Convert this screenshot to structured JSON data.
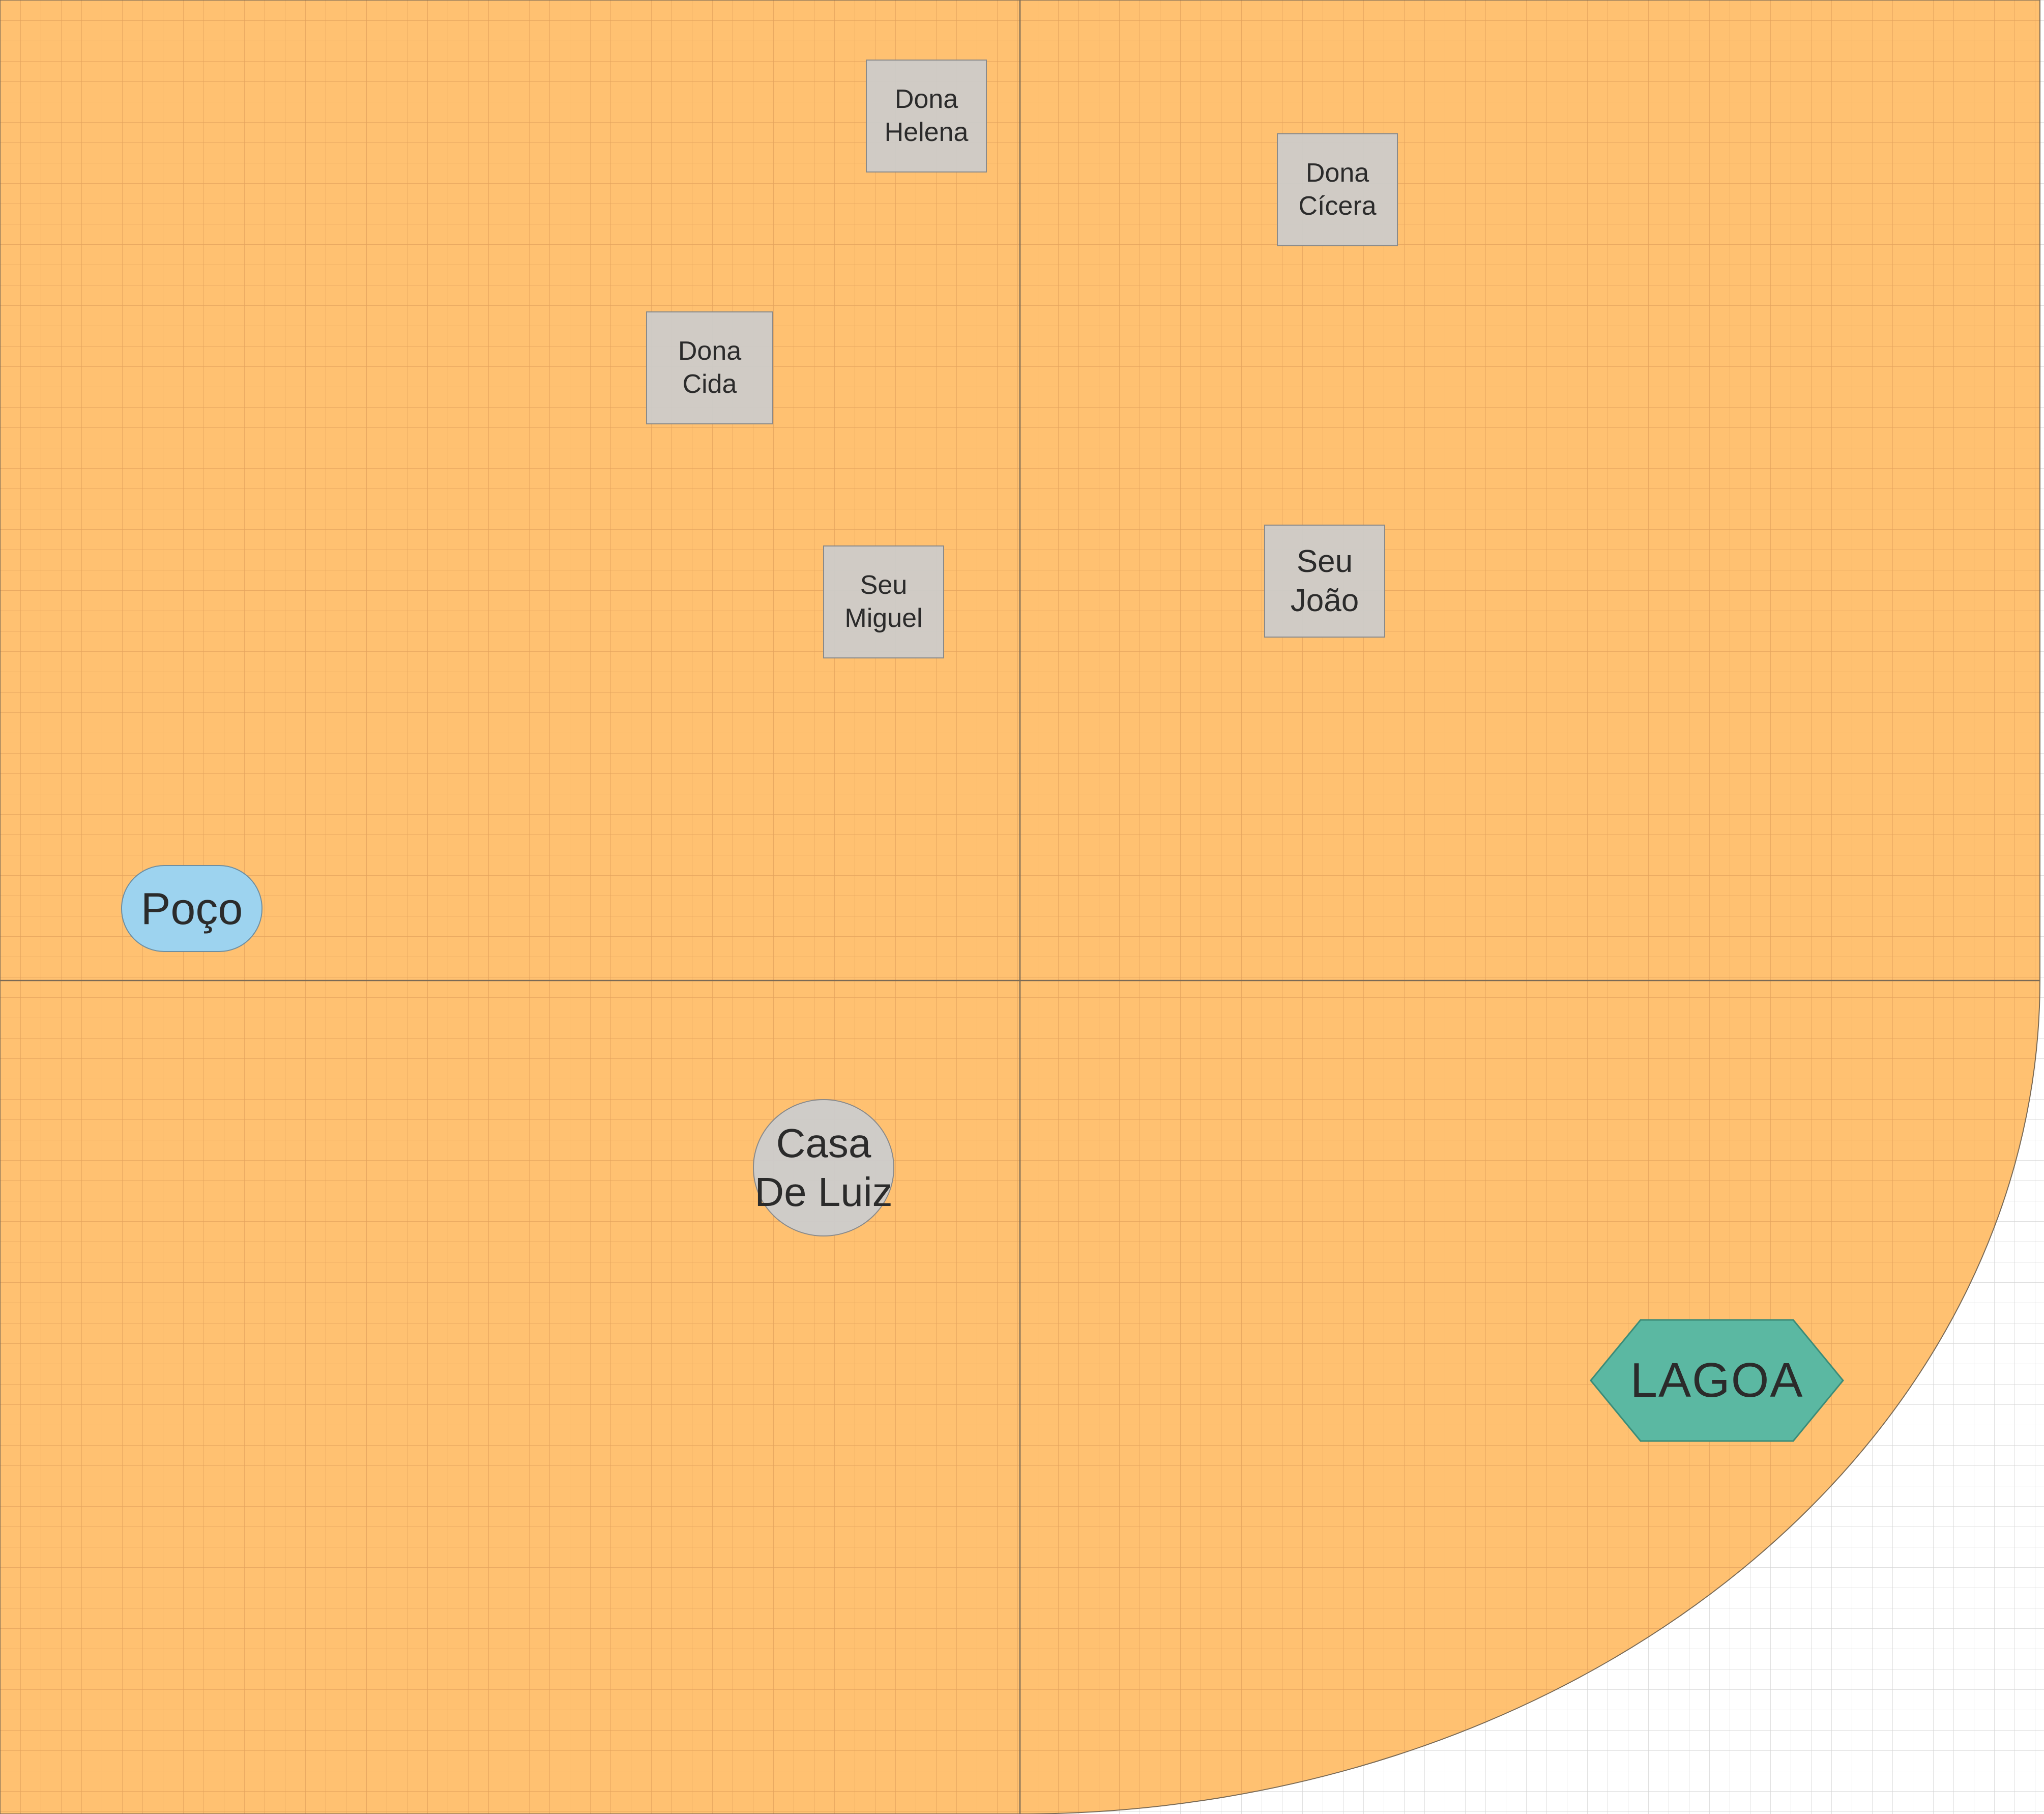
{
  "canvas": {
    "background": "#ffffff",
    "grid_color": "#d0d0d0",
    "region_fill": "#ffc171",
    "region_grid_color": "#e5a45f",
    "region_border": "#7a6a55",
    "axis_color": "#7a6a55"
  },
  "nodes": {
    "dona_helena": {
      "label": "Dona\nHelena",
      "shape": "square",
      "fill": "#cccccc"
    },
    "dona_cicera": {
      "label": "Dona\nCícera",
      "shape": "square",
      "fill": "#cccccc"
    },
    "dona_cida": {
      "label": "Dona\nCida",
      "shape": "square",
      "fill": "#cccccc"
    },
    "seu_miguel": {
      "label": "Seu\nMiguel",
      "shape": "square",
      "fill": "#cccccc"
    },
    "seu_joao": {
      "label": "Seu\nJoão",
      "shape": "square",
      "fill": "#cccccc"
    },
    "poco": {
      "label": "Poço",
      "shape": "rounded-rectangle",
      "fill": "#9dd3ef"
    },
    "casa_luiz": {
      "label": "Casa\nDe Luiz",
      "shape": "circle",
      "fill": "#cccccc"
    },
    "lagoa": {
      "label": "LAGOA",
      "shape": "hexagon",
      "fill": "#5bb8a2",
      "stroke": "#3c8c78"
    }
  }
}
